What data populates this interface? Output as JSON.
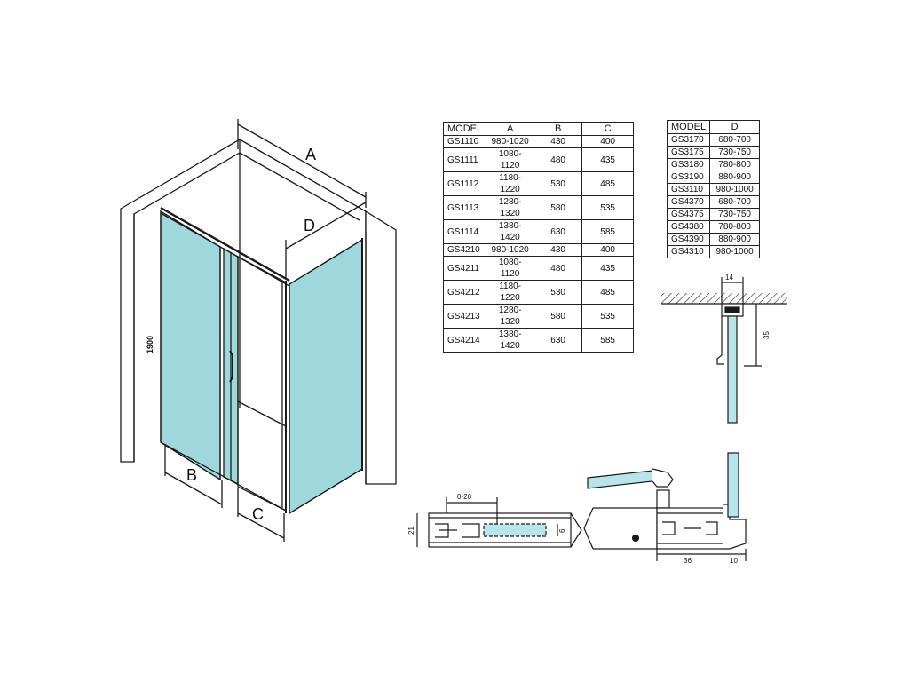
{
  "dimension_labels": {
    "A": "A",
    "B": "B",
    "C": "C",
    "D": "D",
    "height": "1900"
  },
  "table_ab": {
    "headers": [
      "MODEL",
      "A",
      "B",
      "C"
    ],
    "rows": [
      [
        "GS1110",
        "980-1020",
        "430",
        "400"
      ],
      [
        "GS1111",
        "1080-1120",
        "480",
        "435"
      ],
      [
        "GS1112",
        "1180-1220",
        "530",
        "485"
      ],
      [
        "GS1113",
        "1280-1320",
        "580",
        "535"
      ],
      [
        "GS1114",
        "1380-1420",
        "630",
        "585"
      ],
      [
        "GS4210",
        "980-1020",
        "430",
        "400"
      ],
      [
        "GS4211",
        "1080-1120",
        "480",
        "435"
      ],
      [
        "GS4212",
        "1180-1220",
        "530",
        "485"
      ],
      [
        "GS4213",
        "1280-1320",
        "580",
        "535"
      ],
      [
        "GS4214",
        "1380-1420",
        "630",
        "585"
      ]
    ]
  },
  "table_d": {
    "headers": [
      "MODEL",
      "D"
    ],
    "rows": [
      [
        "GS3170",
        "680-700"
      ],
      [
        "GS3175",
        "730-750"
      ],
      [
        "GS3180",
        "780-800"
      ],
      [
        "GS3190",
        "880-900"
      ],
      [
        "GS3110",
        "980-1000"
      ],
      [
        "GS4370",
        "680-700"
      ],
      [
        "GS4375",
        "730-750"
      ],
      [
        "GS4380",
        "780-800"
      ],
      [
        "GS4390",
        "880-900"
      ],
      [
        "GS4310",
        "980-1000"
      ]
    ]
  },
  "details": {
    "rail_width": "14",
    "rail_height": "35",
    "wall_adjust": "0-20",
    "profile_height": "21",
    "glass_thickness": "6",
    "bottom_width": "36",
    "bottom_depth": "10"
  },
  "colors": {
    "glass": "#9fd8dc",
    "line": "#1a1a1a",
    "wall": "#ffffff",
    "glass_detail": "#b8e4ec"
  }
}
